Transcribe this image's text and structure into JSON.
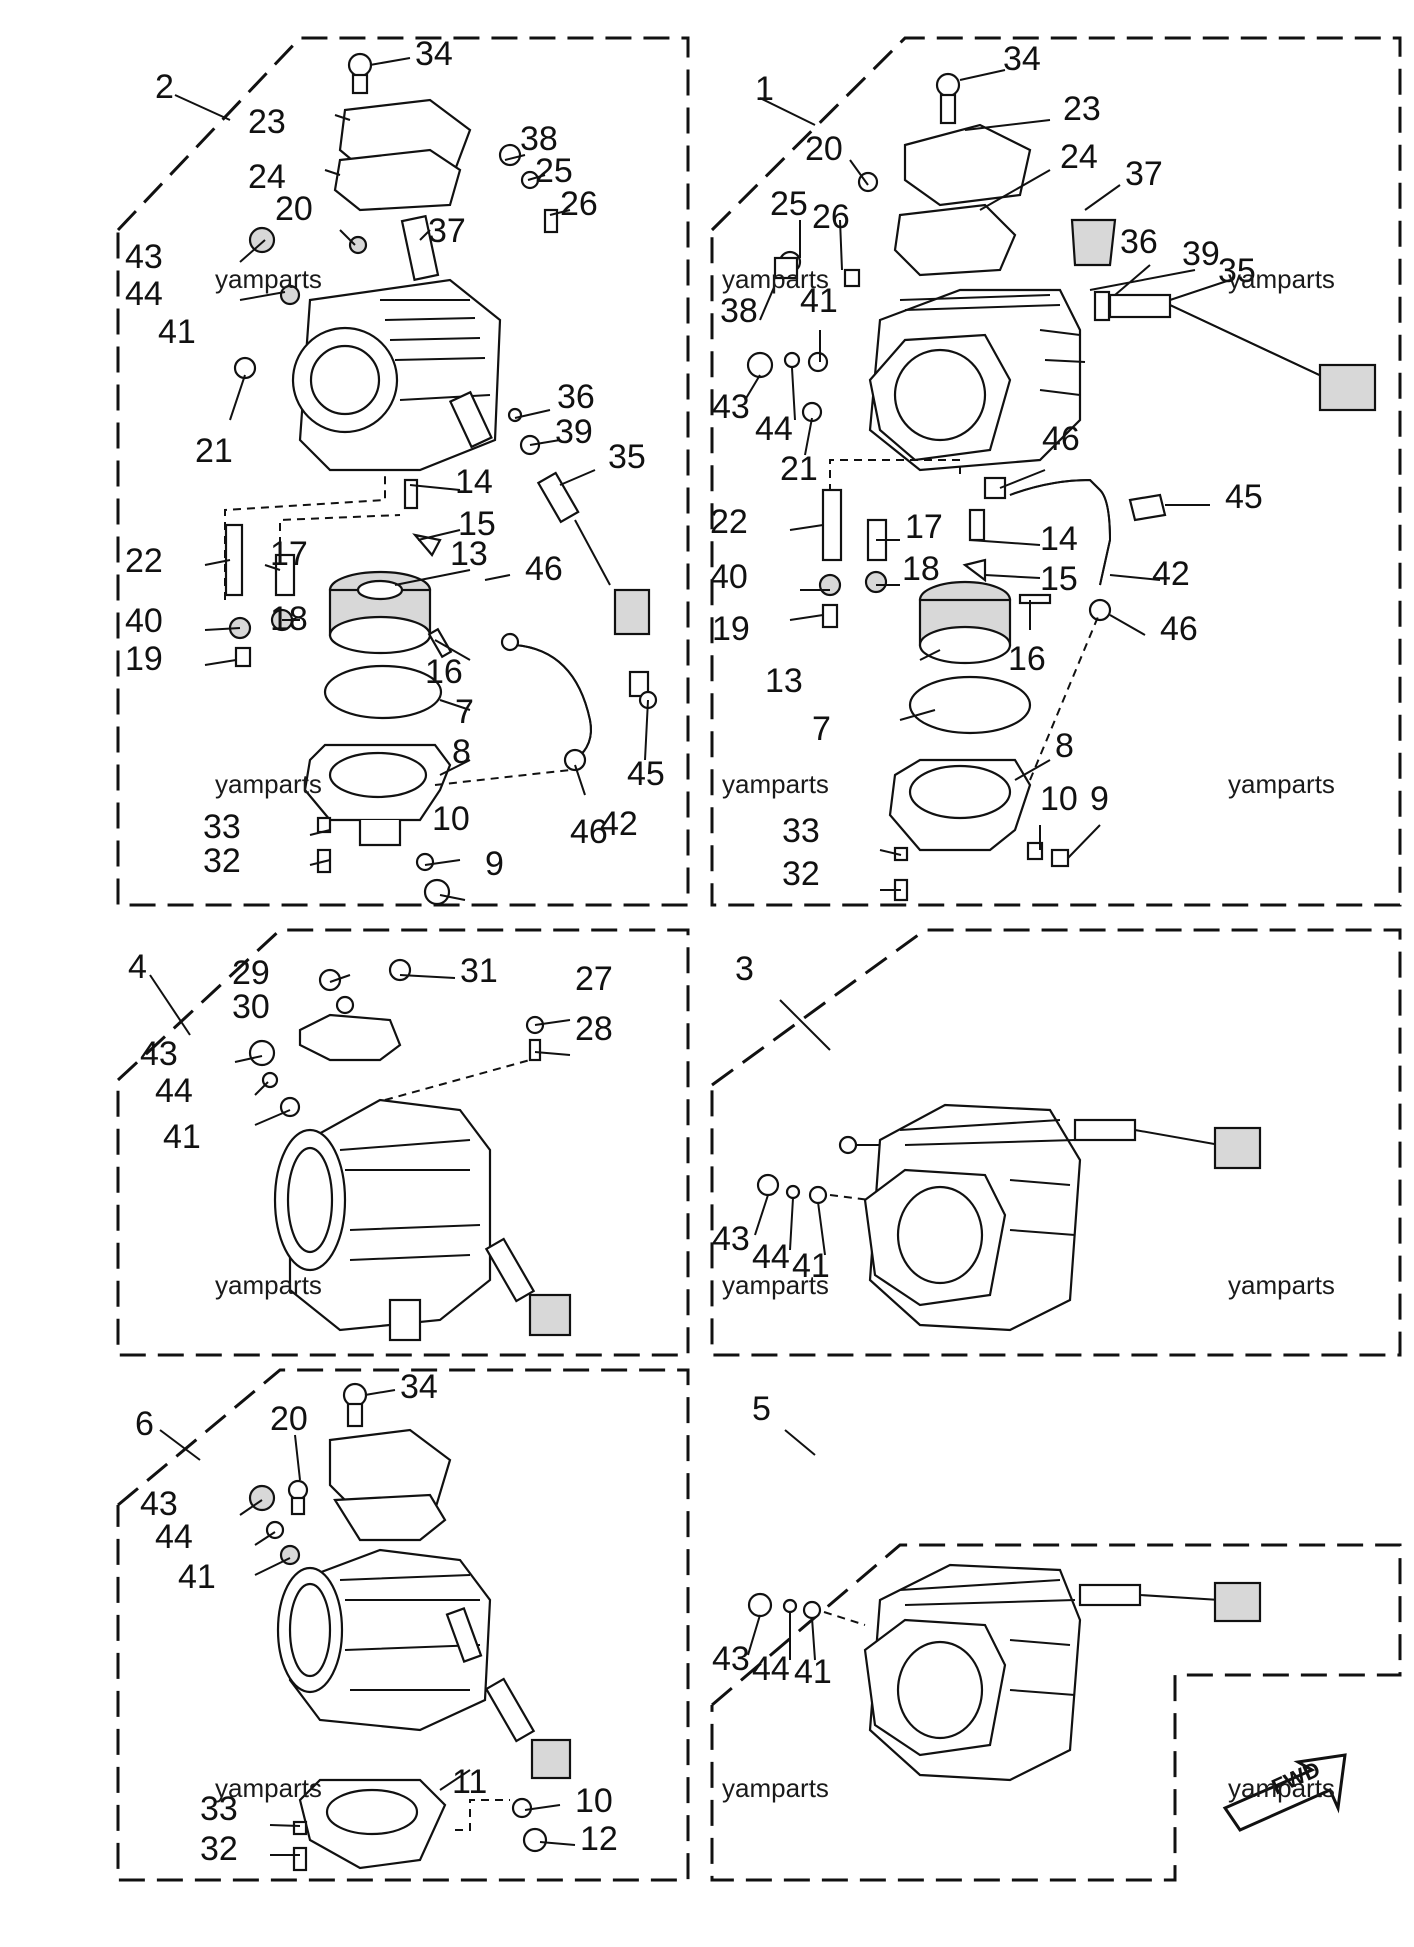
{
  "watermark": "yamparts",
  "fwd_badge": "FWD",
  "panels": [
    {
      "id": "2",
      "label": "2",
      "callouts": [
        "34",
        "23",
        "24",
        "20",
        "38",
        "25",
        "26",
        "37",
        "43",
        "44",
        "41",
        "21",
        "36",
        "39",
        "35",
        "14",
        "15",
        "13",
        "46",
        "22",
        "17",
        "40",
        "18",
        "19",
        "16",
        "7",
        "8",
        "45",
        "33",
        "10",
        "32",
        "9",
        "46",
        "42"
      ]
    },
    {
      "id": "1",
      "label": "1",
      "callouts": [
        "34",
        "23",
        "24",
        "37",
        "20",
        "25",
        "26",
        "36",
        "39",
        "35",
        "38",
        "41",
        "43",
        "44",
        "21",
        "46",
        "45",
        "22",
        "17",
        "14",
        "42",
        "40",
        "18",
        "15",
        "19",
        "16",
        "46",
        "13",
        "7",
        "8",
        "33",
        "10",
        "9",
        "32"
      ]
    },
    {
      "id": "4",
      "label": "4",
      "callouts": [
        "29",
        "31",
        "27",
        "30",
        "28",
        "43",
        "44",
        "41"
      ]
    },
    {
      "id": "3",
      "label": "3",
      "callouts": [
        "43",
        "44",
        "41"
      ]
    },
    {
      "id": "6",
      "label": "6",
      "callouts": [
        "34",
        "20",
        "43",
        "44",
        "41",
        "11",
        "33",
        "10",
        "32",
        "12"
      ]
    },
    {
      "id": "5",
      "label": "5",
      "callouts": [
        "43",
        "44",
        "41"
      ]
    }
  ]
}
